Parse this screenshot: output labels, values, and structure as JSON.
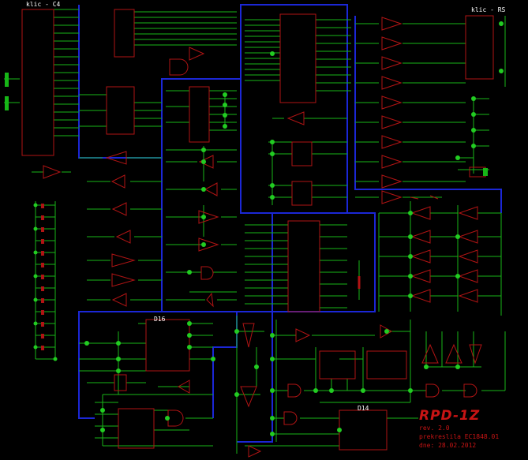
{
  "title_block": {
    "title": "RPD-1Z",
    "revision": "rev. 2.0",
    "note": "prekreslila EC1848.01",
    "date": "dne: 28.02.2012"
  },
  "connectors": {
    "left": "klic - C4",
    "right": "klic - RS"
  },
  "chips": {
    "d16": "D16",
    "d14": "D14"
  },
  "colors": {
    "wire_green": "#17b617",
    "bus_blue": "#1b27d6",
    "part_red": "#b01414",
    "junction": "#22cc22",
    "label": "#ffffff",
    "background": "#000000"
  }
}
